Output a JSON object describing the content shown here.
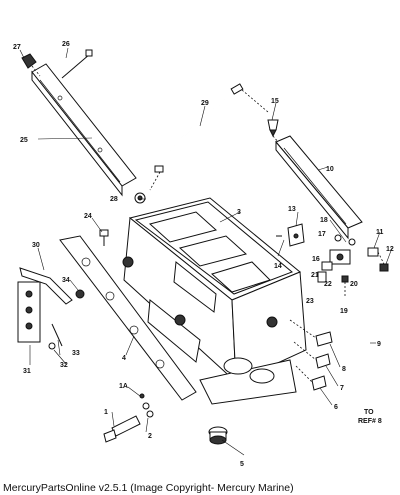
{
  "diagram": {
    "callouts": [
      "1",
      "1A",
      "2",
      "3",
      "4",
      "5",
      "6",
      "7",
      "8",
      "9",
      "10",
      "11",
      "12",
      "13",
      "14",
      "15",
      "16",
      "17",
      "18",
      "19",
      "20",
      "21",
      "22",
      "23",
      "24",
      "25",
      "26",
      "27",
      "28",
      "29",
      "30",
      "31",
      "32",
      "33",
      "34"
    ],
    "note_to": "TO",
    "note_ref": "REF# 8"
  },
  "footer": {
    "text": "MercuryPartsOnline v2.5.1 (Image Copyright- Mercury Marine)"
  }
}
